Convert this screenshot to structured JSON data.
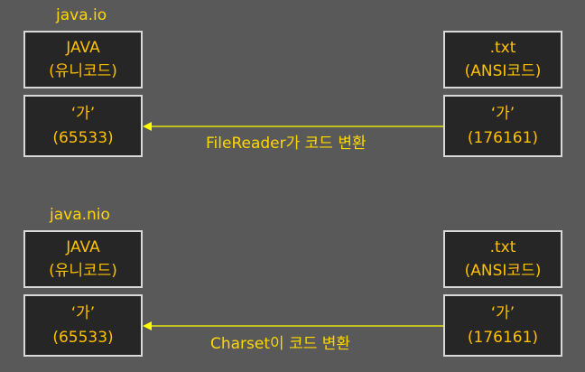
{
  "sections": [
    {
      "title": "java.io",
      "left_box": {
        "line1": "JAVA",
        "line2": "(유니코드)"
      },
      "left_value_box": {
        "line1": "‘가’",
        "line2": "(65533)"
      },
      "right_box": {
        "line1": ".txt",
        "line2": "(ANSI코드)"
      },
      "right_value_box": {
        "line1": "‘가’",
        "line2": "(176161)"
      },
      "arrow_caption": "FileReader가 코드 변환"
    },
    {
      "title": "java.nio",
      "left_box": {
        "line1": "JAVA",
        "line2": "(유니코드)"
      },
      "left_value_box": {
        "line1": "‘가’",
        "line2": "(65533)"
      },
      "right_box": {
        "line1": ".txt",
        "line2": "(ANSI코드)"
      },
      "right_value_box": {
        "line1": "‘가’",
        "line2": "(176161)"
      },
      "arrow_caption": "Charset이 코드 변환"
    }
  ],
  "colors": {
    "background": "#595959",
    "box_fill": "#262626",
    "box_border": "#d9d9d9",
    "text": "#FFC000",
    "arrow": "#FFFF00"
  }
}
